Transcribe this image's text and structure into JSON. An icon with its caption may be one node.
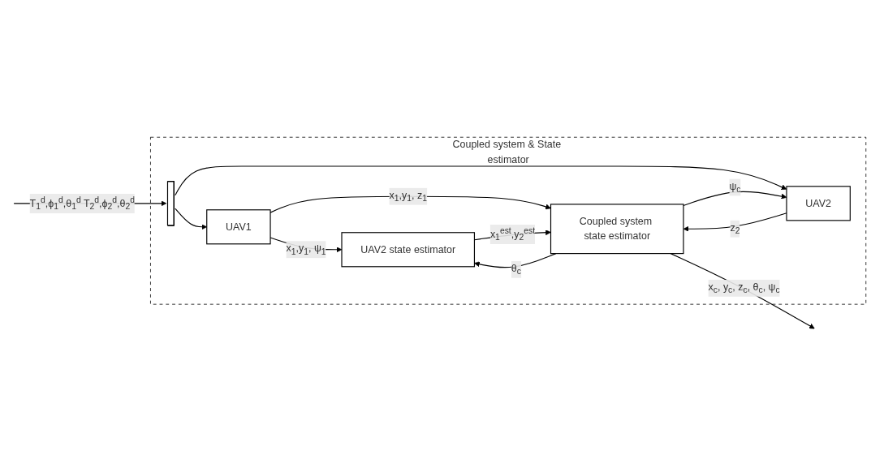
{
  "diagram": {
    "nodes": [
      {
        "text": [
          "Coupled system & State estimator"
        ]
      },
      {
        "text": [],
        "shape": "bar",
        "in": 0
      },
      {
        "text": [
          "UAV1"
        ],
        "in": 0
      },
      {
        "text": [
          "UAV2 state estimator"
        ],
        "in": 0
      },
      {
        "text": [
          "Coupled system state estimator"
        ],
        "in": 0
      },
      {
        "text": [
          "UAV2"
        ],
        "in": 0
      }
    ],
    "edges": [
      {
        "from": null,
        "to": 1,
        "arrow": "to",
        "label": "T$_{1}$$^{d}$,ϕ$_{1}$$^{d}$,θ$_{1}$$^{d}$ T$_{2}$$^{d}$,ϕ$_{2}$$^{d}$,θ$_{2}$$^{d}$"
      },
      {
        "from": 1,
        "to": 2,
        "arrow": "to"
      },
      {
        "from": 1,
        "to": 5,
        "arrow": "to"
      },
      {
        "from": 2,
        "to": 3,
        "arrow": "to",
        "label": "x$_{1}$,y$_{1}$, ψ$_{1}$"
      },
      {
        "from": 2,
        "to": 4,
        "arrow": "to",
        "label": "x$_{1}$,y$_{1}$, z$_{1}$"
      },
      {
        "from": 3,
        "to": 4,
        "arrow": "to",
        "label": "x$_{1}$$^{est}$,y$_{2}$$^{est}$"
      },
      {
        "from": 4,
        "to": 3,
        "arrow": "to",
        "label": "θ$_{c}$"
      },
      {
        "from": 4,
        "to": 5,
        "arrow": "to",
        "label": "ψ$_{c}$"
      },
      {
        "from": 5,
        "to": 4,
        "arrow": "to",
        "label": "z$_{2}$"
      },
      {
        "from": 4,
        "to": null,
        "arrow": "to",
        "label": "x$_{c}$, y$_{c}$, z$_{c}$, θ$_{c}$, ψ$_{c}$"
      }
    ]
  }
}
